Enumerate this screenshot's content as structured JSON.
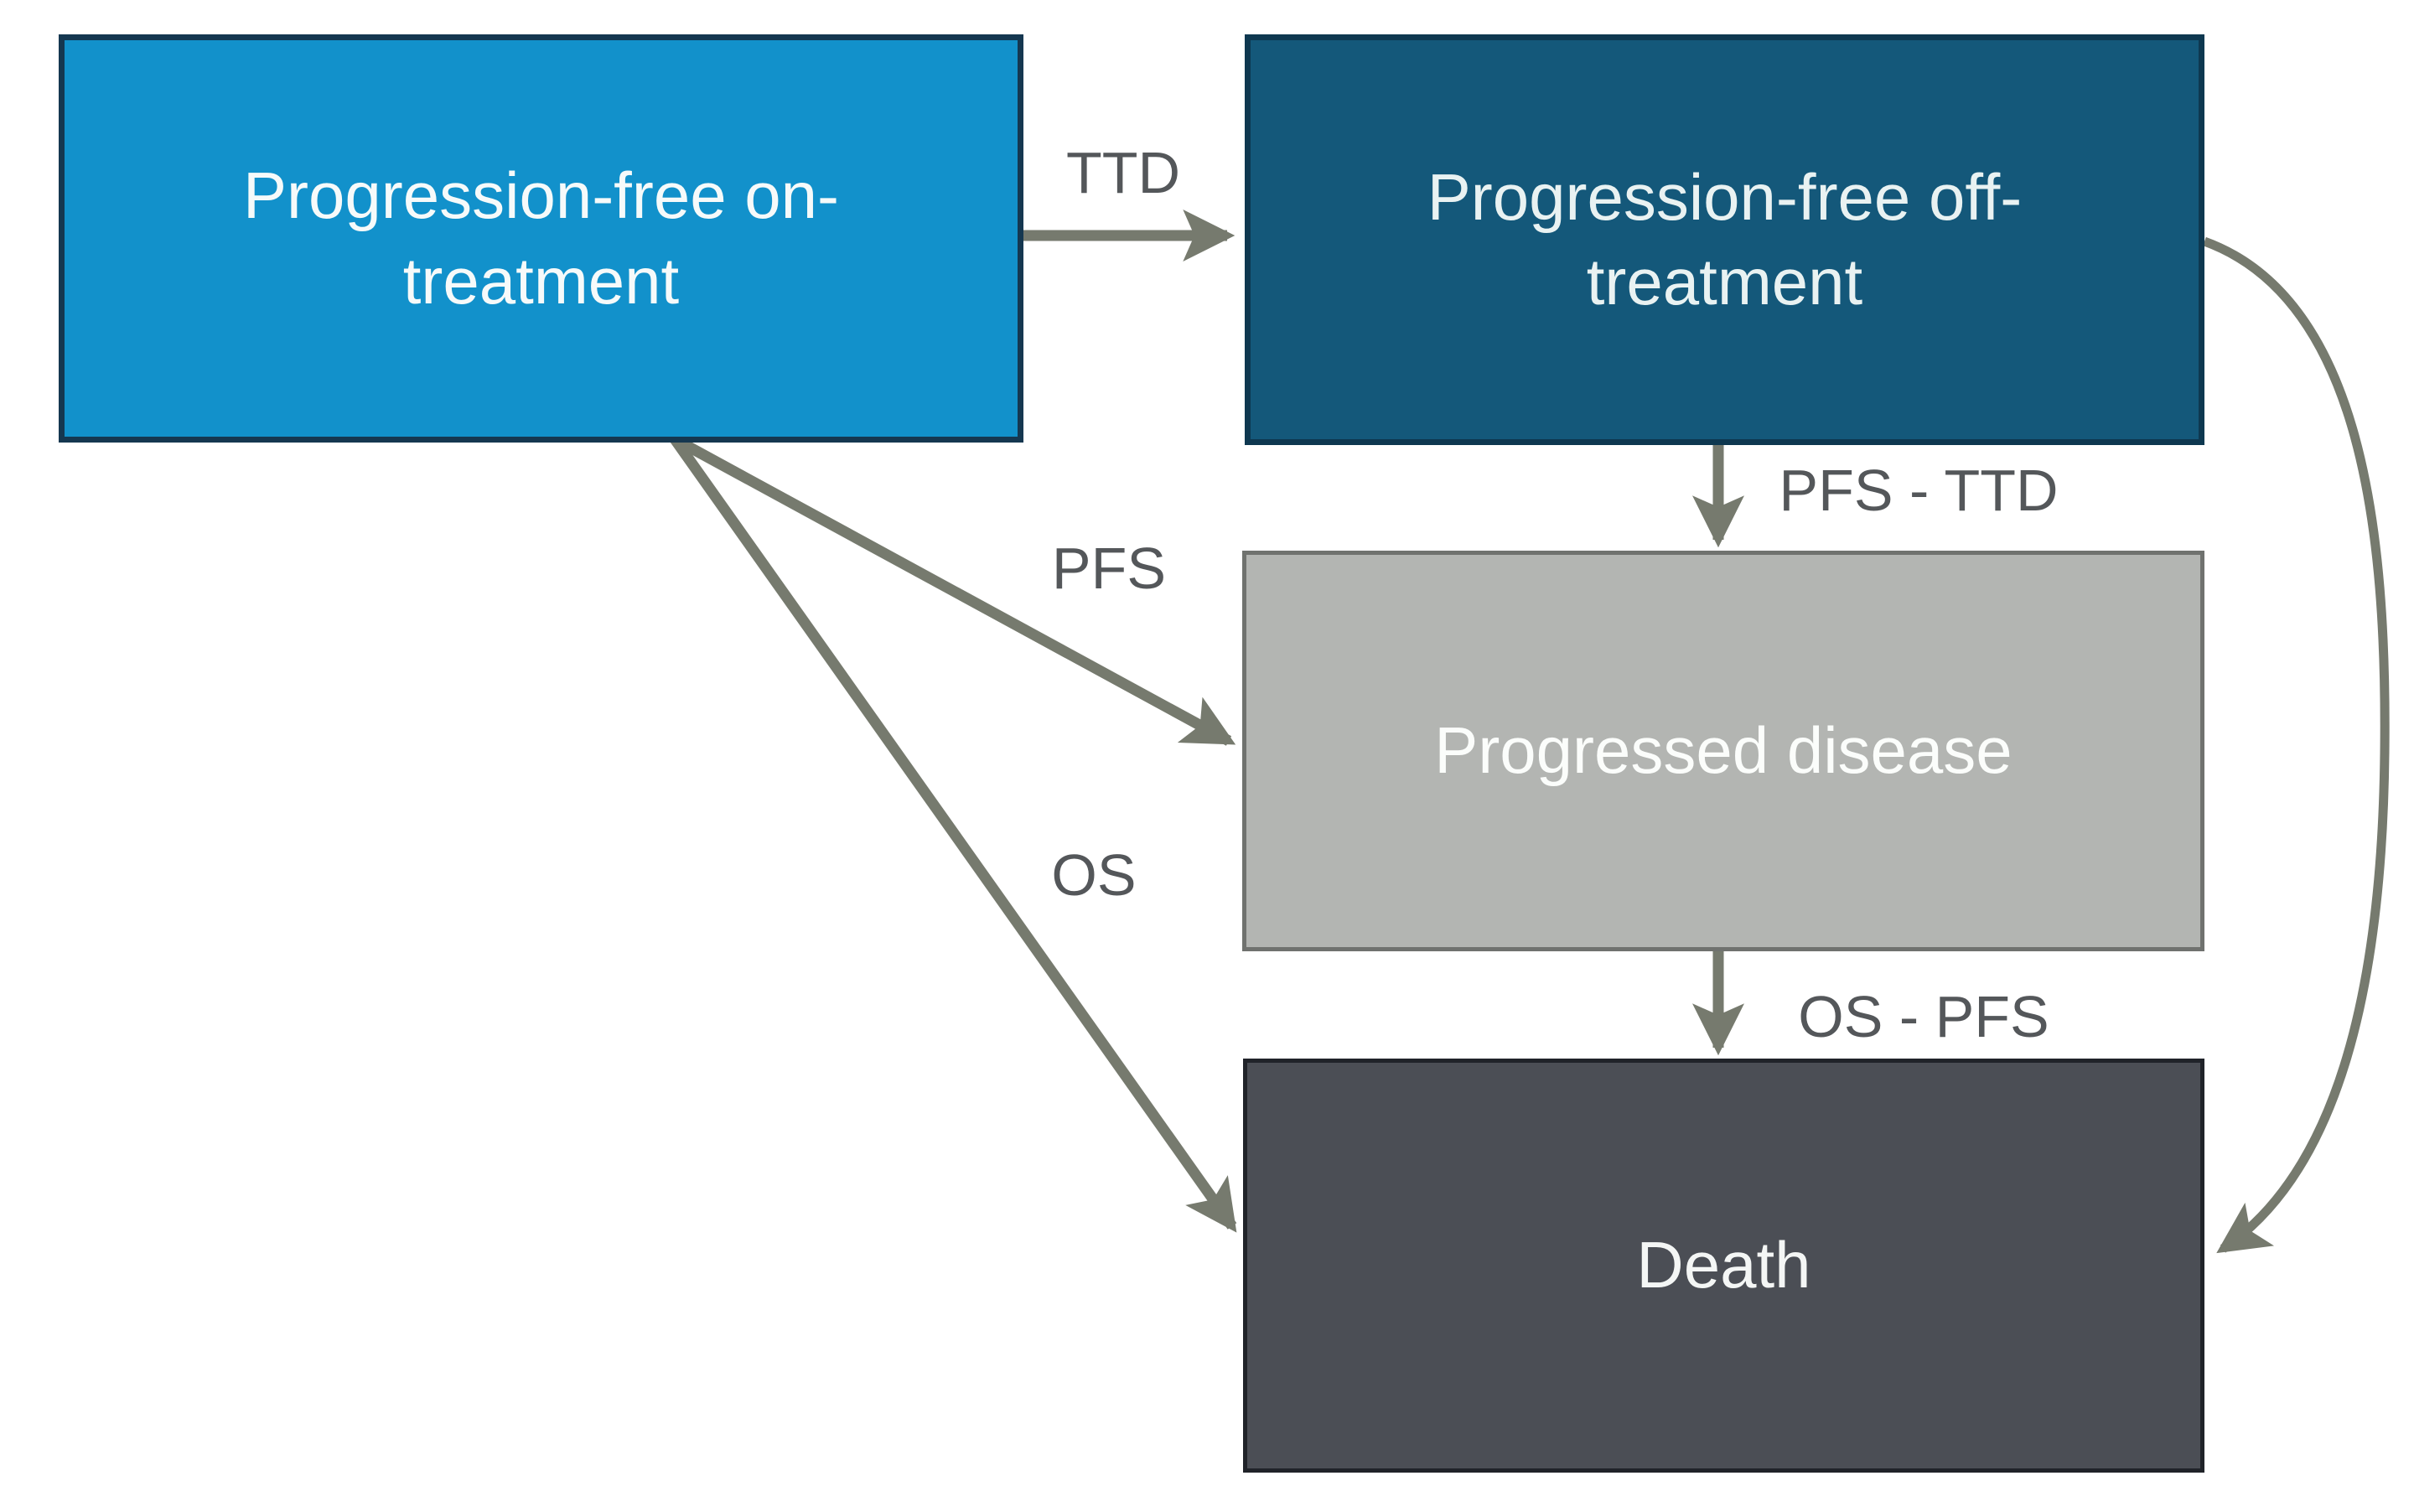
{
  "diagram": {
    "background": "#ffffff",
    "arrow_color": "#767a6e",
    "label_color": "#54575a",
    "label_css": "color:#54575a",
    "nodes": [
      {
        "id": "progression-free-on-treatment",
        "lines": [
          "Progression-free on-",
          "treatment"
        ],
        "fill": "#1291cb",
        "border_color": "#153750",
        "text_color": "#f6fafa",
        "css": "background:#1291cb;border-color:#153750;color:#f6fafa"
      },
      {
        "id": "progression-free-off-treatment",
        "lines": [
          "Progression-free off-",
          "treatment"
        ],
        "fill": "#14587a",
        "border_color": "#0e3850",
        "text_color": "#e9f2f2",
        "css": "background:#14587a;border-color:#0e3850;color:#e9f2f2"
      },
      {
        "id": "progressed-disease",
        "lines": [
          "Progressed disease"
        ],
        "fill": "#b3b5b2",
        "border_color": "#70726f",
        "text_color": "#fbfdfb",
        "css": "background:#b3b5b2;border-color:#70726f;color:#fbfdfb"
      },
      {
        "id": "death",
        "lines": [
          "Death"
        ],
        "fill": "#4b4e55",
        "border_color": "#202329",
        "text_color": "#f4f6f5",
        "css": "background:#4b4e55;border-color:#202329;color:#f4f6f5"
      }
    ],
    "edges": [
      {
        "id": "ttd",
        "label": "TTD",
        "from": "progression-free-on-treatment",
        "to": "progression-free-off-treatment"
      },
      {
        "id": "pfs-ttd",
        "label": "PFS - TTD",
        "from": "progression-free-off-treatment",
        "to": "progressed-disease"
      },
      {
        "id": "pfs",
        "label": "PFS",
        "from": "progression-free-on-treatment",
        "to": "progressed-disease"
      },
      {
        "id": "os",
        "label": "OS",
        "from": "progression-free-on-treatment",
        "to": "death"
      },
      {
        "id": "os-pfs",
        "label": "OS - PFS",
        "from": "progressed-disease",
        "to": "death"
      },
      {
        "id": "off-treatment-to-death",
        "label": "",
        "from": "progression-free-off-treatment",
        "to": "death"
      }
    ]
  }
}
